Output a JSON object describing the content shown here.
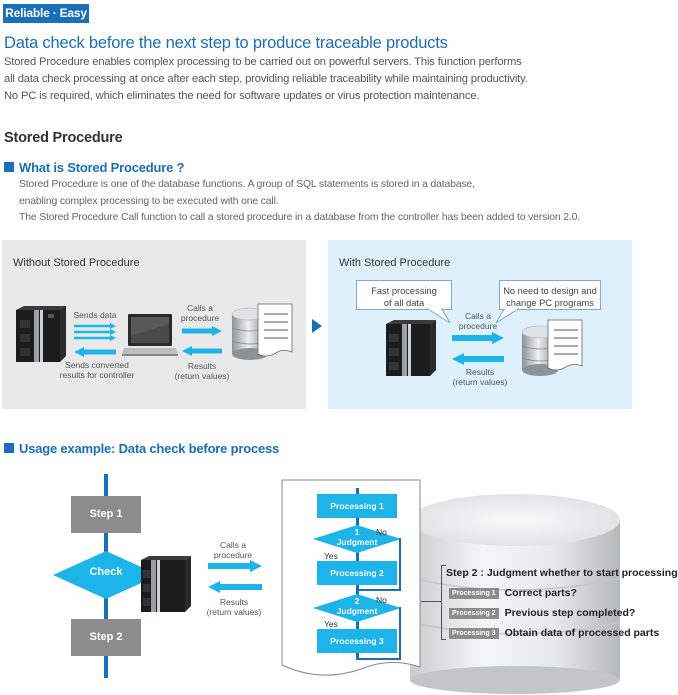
{
  "badge": "Reliable · Easy",
  "headline": "Data check before the next step to produce traceable products",
  "intro": [
    "Stored Procedure enables complex processing to be carried out on powerful servers. This function performs",
    "all data check processing at once after each step, providing reliable traceability while maintaining productivity.",
    "No PC is required, which eliminates the need for software updates or virus protection maintenance."
  ],
  "section_title": "Stored Procedure",
  "what_is": {
    "heading": "What is Stored Procedure ?",
    "lines": [
      "Stored Procedure is one of the database functions. A group of SQL statements is stored in a database,",
      "enabling complex processing to be executed with one call.",
      "The Stored Procedure Call function to call a stored procedure in a database from the controller has been added to version 2.0."
    ]
  },
  "without": {
    "title": "Without Stored Procedure",
    "sends_data": "Sends data",
    "sends_converted": [
      "Sends converted",
      "results for controller"
    ],
    "calls": [
      "Calls a",
      "procedure"
    ],
    "results": [
      "Results",
      "(return values)"
    ]
  },
  "with": {
    "title": "With Stored Procedure",
    "bubble_left": [
      "Fast processing",
      "of all data"
    ],
    "bubble_right": [
      "No need to design and",
      "change PC programs"
    ],
    "calls": [
      "Calls a",
      "procedure"
    ],
    "results": [
      "Results",
      "(return values)"
    ]
  },
  "usage": {
    "heading": "Usage example: Data check before process",
    "step1": "Step 1",
    "check": "Check",
    "step2": "Step 2",
    "calls": [
      "Calls a",
      "procedure"
    ],
    "results": [
      "Results",
      "(return values)"
    ],
    "flow": {
      "p1": "Processing 1",
      "j1": [
        "1",
        "Judgment"
      ],
      "p2": "Processing 2",
      "j2": [
        "2",
        "Judgment"
      ],
      "p3": "Processing 3",
      "yes": "Yes",
      "no": "No"
    },
    "judgment_title": "Step 2 : Judgment whether to start processing",
    "checks": [
      {
        "tag": "Processing 1",
        "text": "Correct parts?"
      },
      {
        "tag": "Processing 2",
        "text": "Previous step completed?"
      },
      {
        "tag": "Processing 3",
        "text": "Obtain data of processed parts"
      }
    ]
  },
  "colors": {
    "brand_blue": "#1a6fba",
    "arrow_cyan": "#1cb4e9",
    "step_gray": "#8c8c8c",
    "panel_gray": "#e9e9ea",
    "panel_blue": "#def0fb"
  }
}
